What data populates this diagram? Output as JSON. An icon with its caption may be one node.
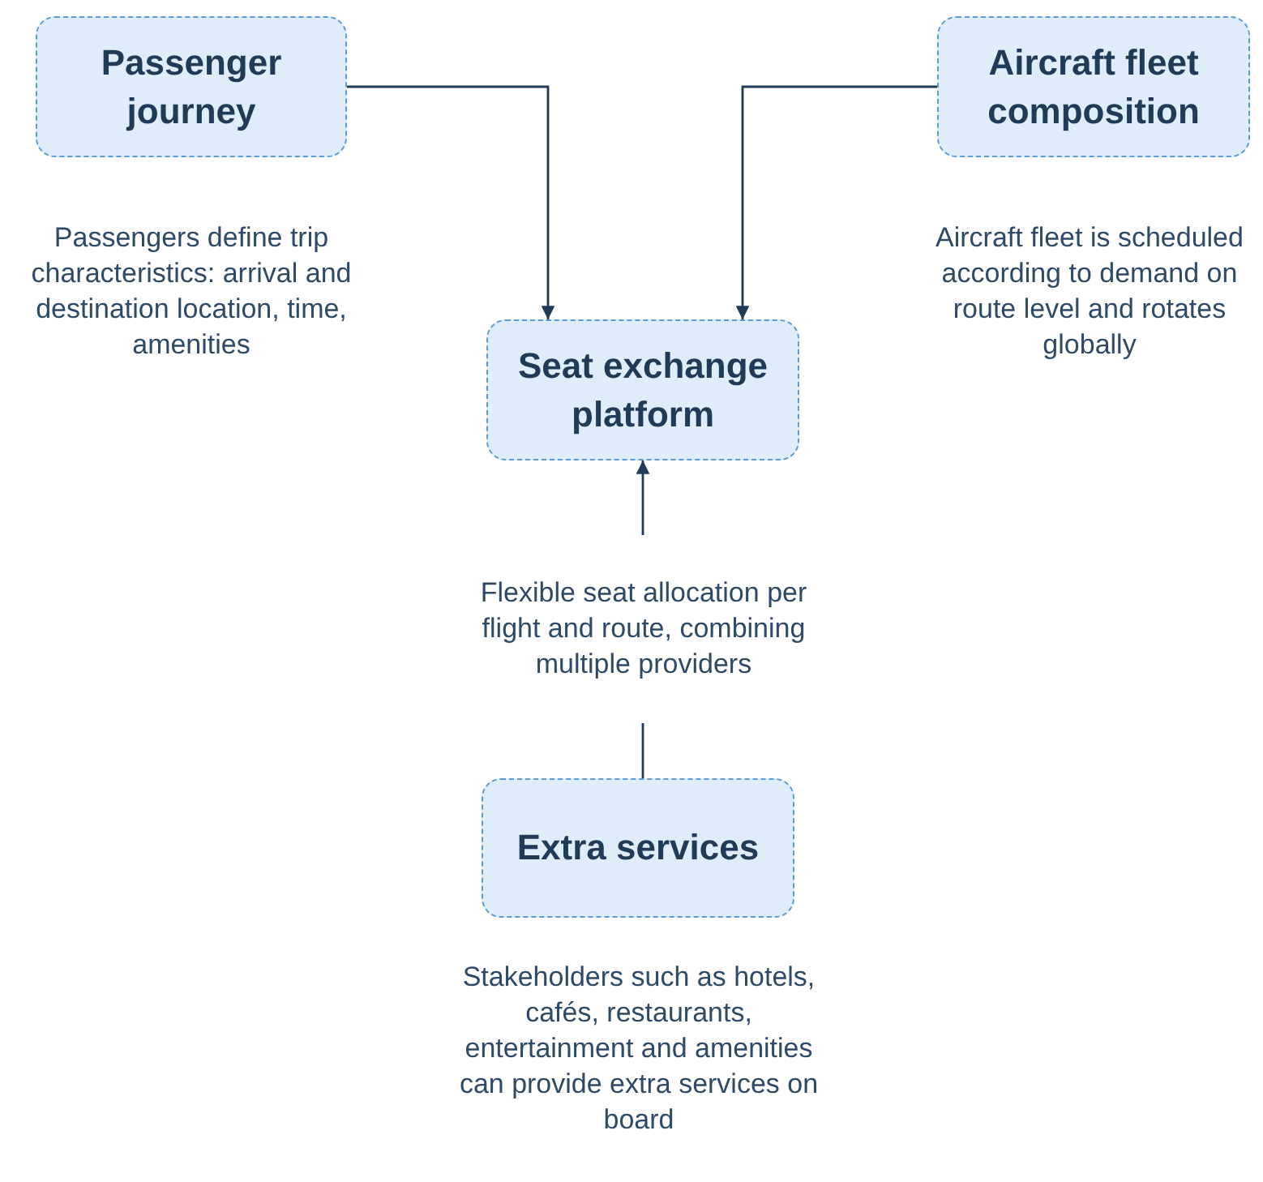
{
  "diagram": {
    "nodes": [
      {
        "text": [
          "Passenger journey"
        ],
        "beside": [
          "Passengers define trip characteristics: arrival and destination location, time, amenities"
        ]
      },
      {
        "text": [
          "Aircraft fleet composition"
        ],
        "beside": [
          "Aircraft fleet is scheduled according to demand on route level and rotates globally"
        ]
      },
      {
        "text": [
          "Seat exchange platform"
        ]
      },
      {
        "text": [
          "Extra services"
        ],
        "beside": [
          "Stakeholders such as hotels, cafés, restaurants, entertainment and amenities can provide extra services on board"
        ]
      }
    ],
    "edges": [
      {
        "from": 0,
        "to": 2,
        "arrow": "to"
      },
      {
        "from": 1,
        "to": 2,
        "arrow": "to"
      },
      {
        "from": 3,
        "to": 2,
        "arrow": "to",
        "label": "Flexible seat allocation per flight and route, combining multiple providers"
      }
    ]
  }
}
